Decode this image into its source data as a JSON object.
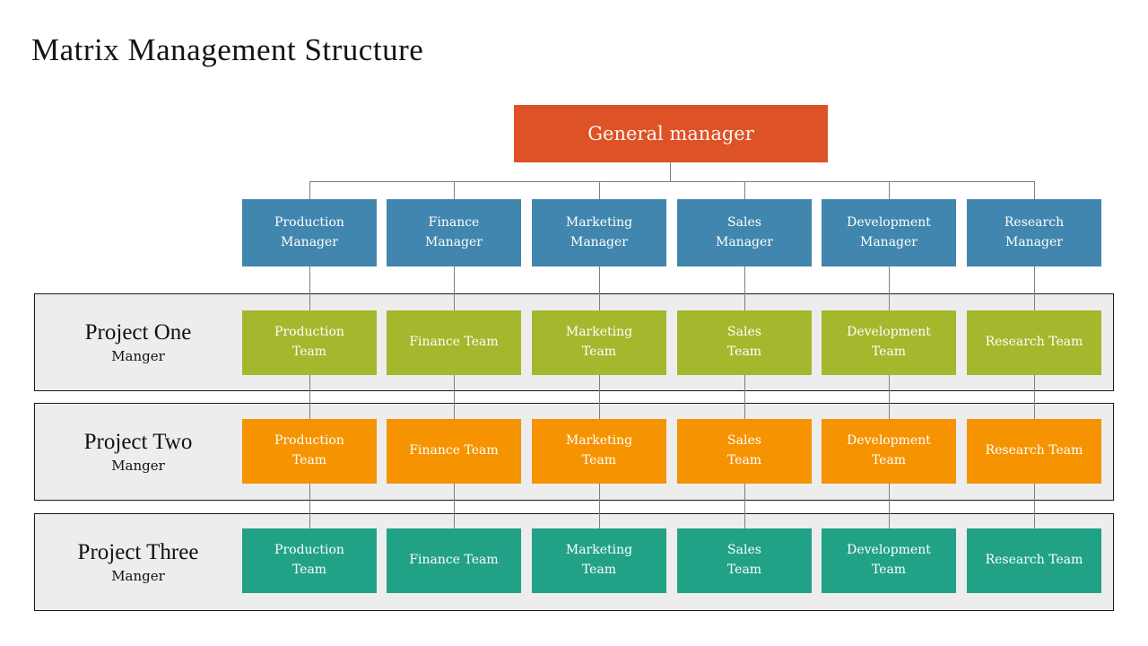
{
  "title": "Matrix Management Structure",
  "root": {
    "label": "General manager",
    "color": "#dd5226"
  },
  "managers": {
    "color": "#4186ae",
    "items": [
      {
        "label": "Production\nManager"
      },
      {
        "label": "Finance\nManager"
      },
      {
        "label": "Marketing\nManager"
      },
      {
        "label": "Sales\nManager"
      },
      {
        "label": "Development\nManager"
      },
      {
        "label": "Research\nManager"
      }
    ]
  },
  "projects": [
    {
      "name": "Project One",
      "subtitle": "Manger",
      "color": "#a5b72c",
      "teams": [
        {
          "label": "Production\nTeam"
        },
        {
          "label": "Finance Team"
        },
        {
          "label": "Marketing\nTeam"
        },
        {
          "label": "Sales\nTeam"
        },
        {
          "label": "Development\nTeam"
        },
        {
          "label": "Research Team"
        }
      ]
    },
    {
      "name": "Project Two",
      "subtitle": "Manger",
      "color": "#f59300",
      "teams": [
        {
          "label": "Production\nTeam"
        },
        {
          "label": "Finance Team"
        },
        {
          "label": "Marketing\nTeam"
        },
        {
          "label": "Sales\nTeam"
        },
        {
          "label": "Development\nTeam"
        },
        {
          "label": "Research Team"
        }
      ]
    },
    {
      "name": "Project Three",
      "subtitle": "Manger",
      "color": "#21a287",
      "teams": [
        {
          "label": "Production\nTeam"
        },
        {
          "label": "Finance Team"
        },
        {
          "label": "Marketing\nTeam"
        },
        {
          "label": "Sales\nTeam"
        },
        {
          "label": "Development\nTeam"
        },
        {
          "label": "Research Team"
        }
      ]
    }
  ]
}
